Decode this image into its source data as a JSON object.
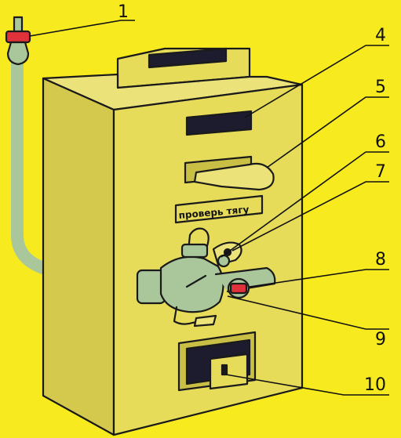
{
  "diagram": {
    "plate_text": "проверь тягу",
    "labels": [
      {
        "id": "1",
        "text": "1"
      },
      {
        "id": "4",
        "text": "4"
      },
      {
        "id": "5",
        "text": "5"
      },
      {
        "id": "6",
        "text": "6"
      },
      {
        "id": "7",
        "text": "7"
      },
      {
        "id": "8",
        "text": "8"
      },
      {
        "id": "9",
        "text": "9"
      },
      {
        "id": "10",
        "text": "10"
      }
    ],
    "colors": {
      "background": "#f7ea1e",
      "body": "#e6dc5a",
      "body_side": "#d4c94c",
      "pipe": "#a9c79a",
      "outline": "#1a1a1a",
      "red": "#e0323a",
      "window": "#1c1c2e"
    }
  }
}
